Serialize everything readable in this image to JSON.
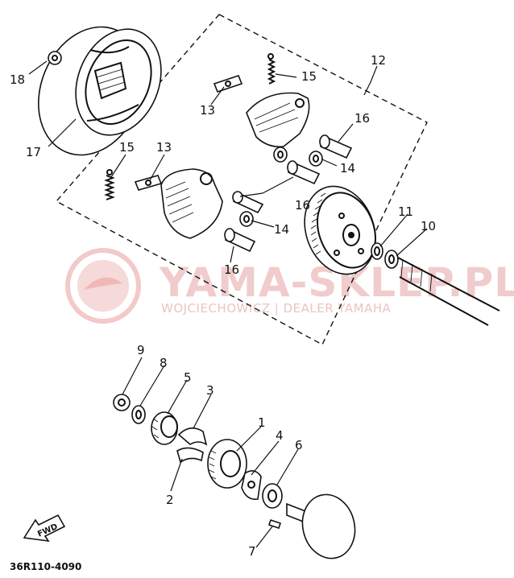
{
  "watermark": {
    "brand": "YAMA-SKLEP.PL",
    "tagline": "WOJCIECHOWICZ | DEALER YAMAHA"
  },
  "diagram_code": "36R110-4090",
  "fwd_label": "FWD",
  "callouts": {
    "c1": "1",
    "c2": "2",
    "c3": "3",
    "c4": "4",
    "c5": "5",
    "c6": "6",
    "c7": "7",
    "c8": "8",
    "c9": "9",
    "c10": "10",
    "c11": "11",
    "c12": "12",
    "c13a": "13",
    "c13b": "13",
    "c14a": "14",
    "c14b": "14",
    "c15a": "15",
    "c15b": "15",
    "c16a": "16",
    "c16b": "16",
    "c16c": "16",
    "c17": "17",
    "c18": "18"
  },
  "colors": {
    "ink": "#111111",
    "watermark": "#f0cccc"
  }
}
